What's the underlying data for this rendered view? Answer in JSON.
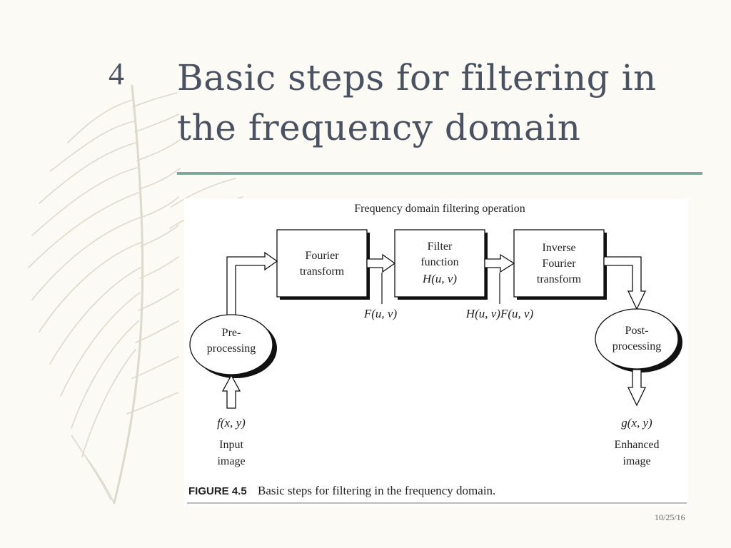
{
  "slide": {
    "number": "4",
    "title_line1": "Basic steps for filtering in",
    "title_line2": "the frequency domain",
    "date": "10/25/16"
  },
  "figure": {
    "heading": "Frequency domain filtering operation",
    "boxes": {
      "fourier": [
        "Fourier",
        "transform"
      ],
      "filter": [
        "Filter",
        "function",
        "H(u, v)"
      ],
      "inverse": [
        "Inverse",
        "Fourier",
        "transform"
      ]
    },
    "ellipses": {
      "pre": [
        "Pre-",
        "processing"
      ],
      "post": [
        "Post-",
        "processing"
      ]
    },
    "signals": {
      "F": "F(u, v)",
      "HF": "H(u, v)F(u, v)",
      "input_fn": "f(x, y)",
      "output_fn": "g(x, y)"
    },
    "io_labels": {
      "input": [
        "Input",
        "image"
      ],
      "output": [
        "Enhanced",
        "image"
      ]
    },
    "caption_label": "FIGURE 4.5",
    "caption_text": "Basic steps for filtering in the frequency domain."
  }
}
